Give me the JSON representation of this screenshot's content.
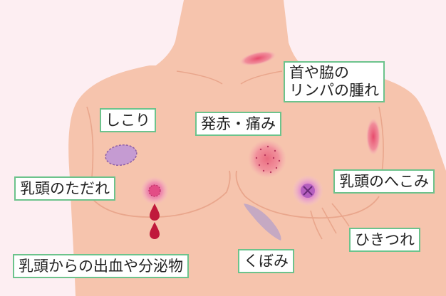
{
  "colors": {
    "background": "#fdeef2",
    "skin": "#f6c4ad",
    "skin_outline": "#e9a68c",
    "label_border": "#6cc38c",
    "redness": "#e8607a",
    "lump": "#b58ac4",
    "blood": "#c0193b",
    "dimple": "#b9a3c8"
  },
  "labels": {
    "lymph": [
      "首や脇の",
      "リンパの腫れ"
    ],
    "lump": "しこり",
    "redness_pain": "発赤・痛み",
    "nipple_erosion": "乳頭のただれ",
    "nipple_retraction": "乳頭のへこみ",
    "skin_pulling": "ひきつれ",
    "nipple_discharge": "乳頭からの出血や分泌物",
    "dimpling": "くぼみ"
  }
}
